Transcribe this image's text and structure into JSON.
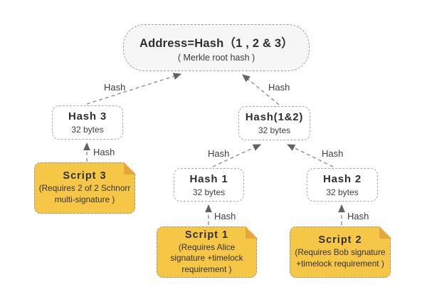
{
  "diagram": {
    "root": {
      "title": "Address=Hash（1 , 2 & 3）",
      "subtitle": "( Merkle root hash )"
    },
    "nodes": {
      "hash3": {
        "title": "Hash 3",
        "subtitle": "32 bytes"
      },
      "hash12": {
        "title": "Hash(1&2)",
        "subtitle": "32 bytes"
      },
      "hash1": {
        "title": "Hash 1",
        "subtitle": "32 bytes"
      },
      "hash2": {
        "title": "Hash 2",
        "subtitle": "32 bytes"
      },
      "script3": {
        "title": "Script 3",
        "subtitle": "(Requires 2 of 2 Schnorr multi-signature )"
      },
      "script1": {
        "title": "Script 1",
        "subtitle": "(Requires Alice signature +timelock requirement )"
      },
      "script2": {
        "title": "Script 2",
        "subtitle": "(Requires Bob signature +timelock requirement )"
      }
    },
    "edges": [
      {
        "from": "hash3",
        "to": "root",
        "label": "Hash"
      },
      {
        "from": "hash12",
        "to": "root",
        "label": "Hash"
      },
      {
        "from": "hash1",
        "to": "hash12",
        "label": "Hash"
      },
      {
        "from": "hash2",
        "to": "hash12",
        "label": "Hash"
      },
      {
        "from": "script3",
        "to": "hash3",
        "label": "Hash"
      },
      {
        "from": "script1",
        "to": "hash1",
        "label": "Hash"
      },
      {
        "from": "script2",
        "to": "hash2",
        "label": "Hash"
      }
    ],
    "colors": {
      "script_fill": "#F6C746",
      "script_fold": "#E4A73C",
      "node_border": "#a3a3a3",
      "root_fill": "#f6f6f6",
      "text": "#333333",
      "line": "#8f8f8f",
      "arrow": "#5f6368"
    }
  }
}
